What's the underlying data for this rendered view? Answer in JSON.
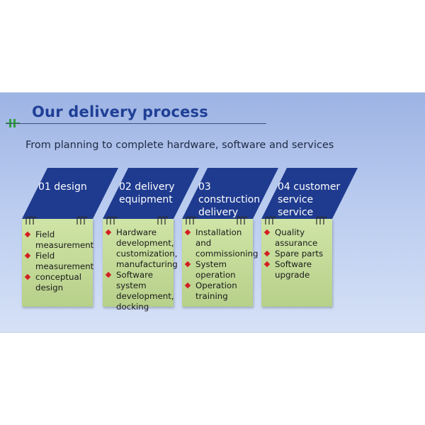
{
  "title": "Our delivery process",
  "subtitle": "From planning to complete hardware, software and services",
  "colors": {
    "banner": "#1f3b8f",
    "card": "#c4dc96",
    "bullet": "#d21f26",
    "title": "#1f3f96"
  },
  "stages": [
    {
      "label_lines": [
        "01 design"
      ],
      "items": [
        [
          "Field",
          "measurement"
        ],
        [
          "Field",
          "measurement"
        ],
        [
          "conceptual",
          "design"
        ]
      ]
    },
    {
      "label_lines": [
        "02 delivery",
        "equipment"
      ],
      "items": [
        [
          "Hardware",
          "development,",
          "customization,",
          "manufacturing"
        ],
        [
          "Software",
          "system",
          "development,",
          "docking"
        ]
      ]
    },
    {
      "label_lines": [
        "03",
        "construction",
        "delivery"
      ],
      "items": [
        [
          "Installation",
          "and",
          "commissioning"
        ],
        [
          "System",
          "operation"
        ],
        [
          "Operation",
          "training"
        ]
      ]
    },
    {
      "label_lines": [
        "04 customer",
        "service",
        "service"
      ],
      "items": [
        [
          "Quality",
          "assurance"
        ],
        [
          "Spare parts"
        ],
        [
          "Software",
          "upgrade"
        ]
      ]
    }
  ]
}
